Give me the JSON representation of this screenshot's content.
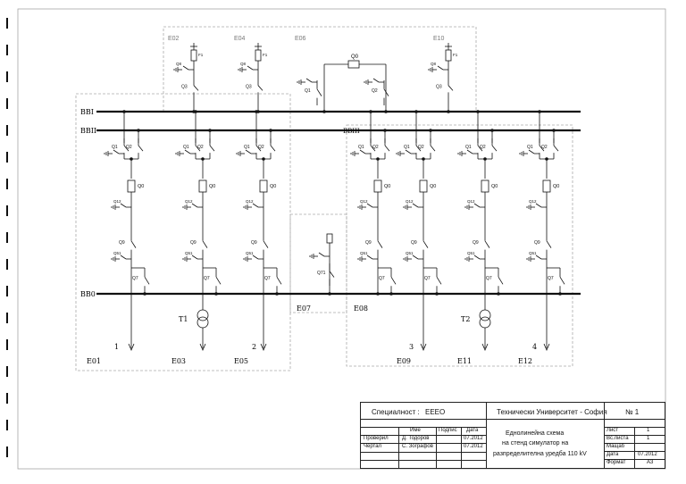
{
  "busbars": [
    {
      "id": "bb1",
      "label": "ВВI"
    },
    {
      "id": "bb2",
      "label": "ВВII"
    },
    {
      "id": "bb3",
      "label": "ВВIII"
    },
    {
      "id": "bb0",
      "label": "ВВ0"
    }
  ],
  "bays_top": [
    "Е02",
    "Е04",
    "Е06",
    "Е10"
  ],
  "bays_bottom": [
    "Е01",
    "Е03",
    "Е05",
    "Е07",
    "Е08",
    "Е09",
    "Е11",
    "Е12"
  ],
  "feeders": [
    "1",
    "2",
    "3",
    "4"
  ],
  "transformers": [
    "Т1",
    "Т2"
  ],
  "breaker_label": "Q0",
  "coupler_label": "Q0",
  "switch_labels": {
    "q1": "Q1",
    "q2": "Q2",
    "q7": "Q7",
    "q12": "Q12",
    "q51": "Q51",
    "q9": "Q9",
    "q8": "Q8",
    "q71": "Q71",
    "q3": "Q3",
    "f1": "F1"
  },
  "title_block": {
    "specialty_label": "Специалност :",
    "specialty_value": "ЕЕЕО",
    "university": "Технически Университет - София",
    "number": "№ 1",
    "col_name": "Име",
    "col_sign": "Подпис",
    "col_date": "Дата",
    "checked_label": "Проверил",
    "checked_name": "Д. Тодоров",
    "checked_date": "07.2012",
    "drawn_label": "Чертал",
    "drawn_name": "С. Зографов",
    "drawn_date": "07.2012",
    "drawing_title_1": "Еднолинейна схема",
    "drawing_title_2": "на стенд симулатор на",
    "drawing_title_3": "разпределителна уредба 110 kV",
    "sheet_label": "Лист",
    "sheet_value": "1",
    "sheets_label": "Вс.листа",
    "sheets_value": "1",
    "scale_label": "Мащаб",
    "scale_value": "",
    "date_label": "Дата",
    "date_value": "07.2012",
    "format_label": "Формат",
    "format_value": "А3"
  }
}
